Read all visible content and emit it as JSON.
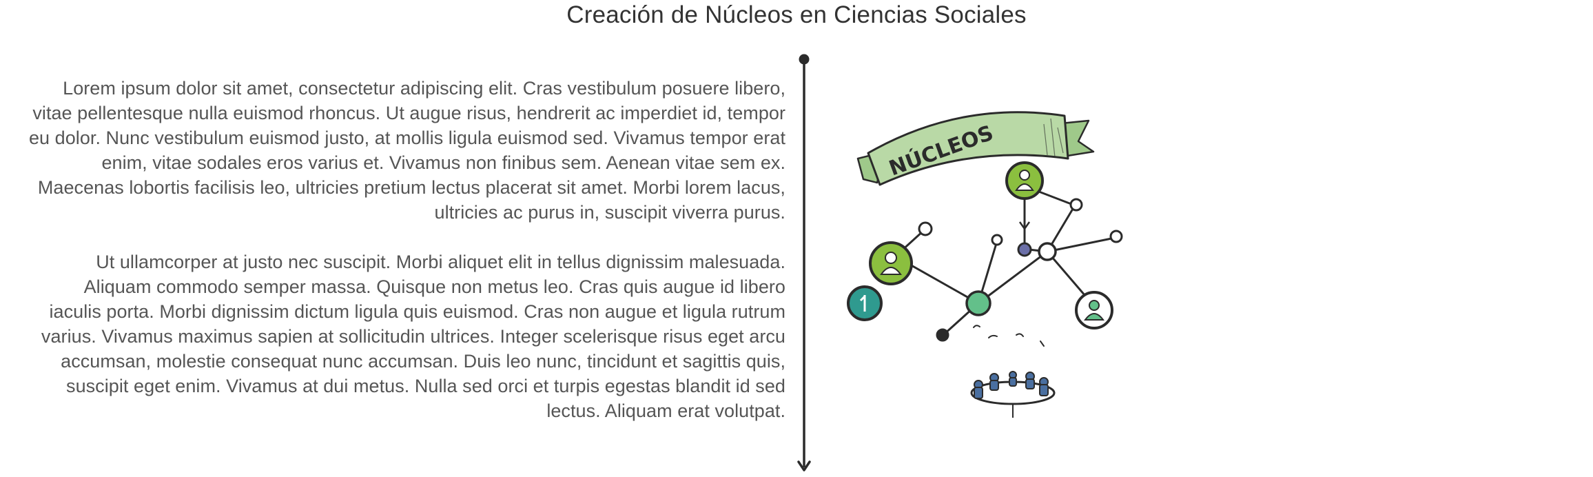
{
  "page": {
    "title": "Creación de Núcleos en Ciencias Sociales"
  },
  "content": {
    "paragraphs": [
      "Lorem ipsum dolor sit amet, consectetur adipiscing elit. Cras vestibulum posuere libero, vitae pellentesque nulla euismod rhoncus. Ut augue risus, hendrerit ac imperdiet id, tempor eu dolor. Nunc vestibulum euismod justo, at mollis ligula euismod sed. Vivamus tempor erat enim, vitae sodales eros varius et. Vivamus non finibus sem. Aenean vitae sem ex. Maecenas lobortis facilisis leo, ultricies pretium lectus placerat sit amet. Morbi lorem lacus, ultricies ac purus in, suscipit viverra purus.",
      "Ut ullamcorper at justo nec suscipit. Morbi aliquet elit in tellus dignissim malesuada. Aliquam commodo semper massa. Quisque non metus leo. Cras quis augue id libero iaculis porta. Morbi dignissim dictum ligula quis euismod. Cras non augue et ligula rutrum varius. Vivamus maximus sapien at sollicitudin ultrices. Integer scelerisque risus eget arcu accumsan, molestie consequat nunc accumsan. Duis leo nunc, tincidunt et sagittis quis, suscipit eget enim. Vivamus at dui metus. Nulla sed orci et turpis egestas blandit id sed lectus. Aliquam erat volutpat."
    ]
  },
  "illustration": {
    "banner_text": "NÚCLEOS",
    "colors": {
      "banner": "#b9d9a6",
      "node_green": "#8bbf3f",
      "node_teal": "#2f9a8f",
      "node_mint": "#63c08a",
      "ink": "#2b2b2b",
      "table_people": "#4a6fa0"
    }
  },
  "timeline": {
    "color": "#2b2b2b"
  }
}
